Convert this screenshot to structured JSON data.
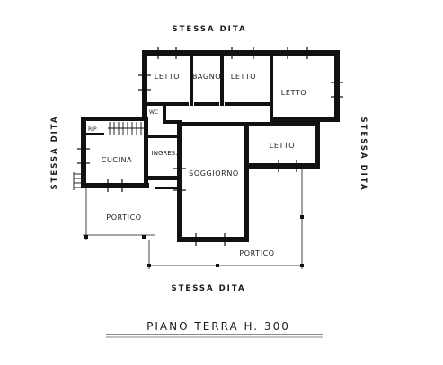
{
  "neighbors": {
    "top": "STESSA DITA",
    "bottom": "STESSA DITA",
    "left": "STESSA DITA",
    "right": "STESSA DITA"
  },
  "rooms": {
    "letto1": "LETTO",
    "bagno": "BAGNO",
    "letto2": "LETTO",
    "letto3": "LETTO",
    "wc": "WC",
    "rip": "RIP",
    "cucina": "CUCINA",
    "ingresso": "INGRES.",
    "soggiorno": "SOGGIORNO",
    "letto4": "LETTO",
    "portico_left": "PORTICO",
    "portico_bottom": "PORTICO"
  },
  "title": "PIANO TERRA H. 300",
  "colors": {
    "ink": "#111111",
    "paper": "#ffffff"
  }
}
